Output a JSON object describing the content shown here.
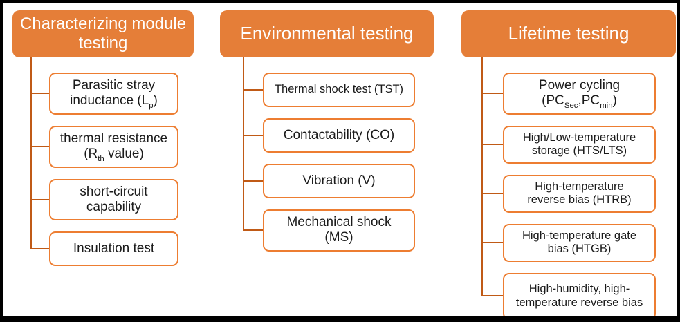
{
  "diagram": {
    "columns": [
      {
        "title": "Characterizing module testing",
        "items": [
          {
            "line1": "Parasitic stray",
            "line2_pre": "inductance (L",
            "line2_sub": "p",
            "line2_post": ")"
          },
          {
            "line1": "thermal resistance",
            "line2_pre": "(R",
            "line2_sub": "th",
            "line2_post": " value)"
          },
          {
            "line1": "short-circuit",
            "line2": "capability"
          },
          {
            "label": "Insulation test"
          }
        ]
      },
      {
        "title": "Environmental testing",
        "items": [
          {
            "label": "Thermal shock test (TST)"
          },
          {
            "label": "Contactability (CO)"
          },
          {
            "label": "Vibration (V)"
          },
          {
            "line1": "Mechanical shock",
            "line2": "(MS)"
          }
        ]
      },
      {
        "title": "Lifetime testing",
        "items": [
          {
            "line1": "Power cycling",
            "p1": "(PC",
            "sub1": "Sec",
            "p2": ",PC",
            "sub2": "min",
            "p3": ")"
          },
          {
            "line1": "High/Low-temperature",
            "line2": "storage (HTS/LTS)"
          },
          {
            "line1": "High-temperature",
            "line2": "reverse bias (HTRB)"
          },
          {
            "line1": "High-temperature gate",
            "line2": "bias (HTGB)"
          },
          {
            "line1": "High-humidity, high-",
            "line2": "temperature reverse bias"
          }
        ]
      }
    ],
    "colors": {
      "header_fill": "#E57E38",
      "box_border": "#ED7D31",
      "connector": "#C05A16",
      "outer_border": "#000000",
      "header_text": "#FFFFFF",
      "body_text": "#1A1A1A",
      "background": "#FFFFFF"
    }
  }
}
